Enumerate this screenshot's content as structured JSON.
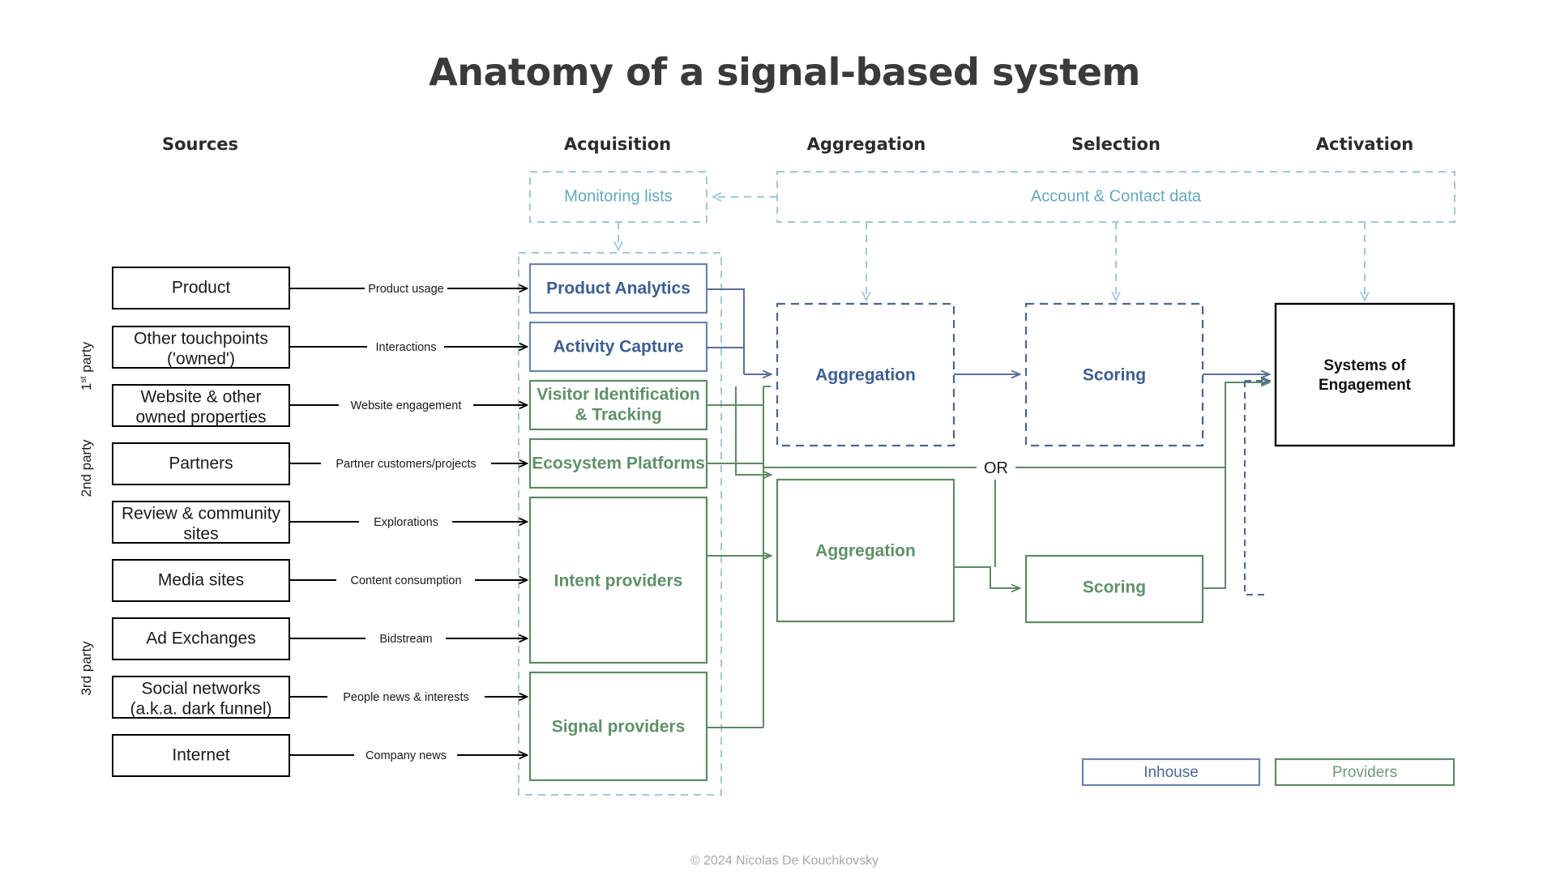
{
  "title": "Anatomy of a signal-based system",
  "footer": "© 2024 Nicolas De Kouchkovsky",
  "colors": {
    "blue_border": "#6b84ad",
    "blue_text": "#3c5e8e",
    "green_border": "#5d8a63",
    "green_text": "#5f9169",
    "teal": "#9fc9d6",
    "teal_text": "#64a8bd",
    "black": "#000000"
  },
  "columns": [
    {
      "key": "sources",
      "label": "Sources"
    },
    {
      "key": "acquisition",
      "label": "Acquisition"
    },
    {
      "key": "aggregation",
      "label": "Aggregation"
    },
    {
      "key": "selection",
      "label": "Selection"
    },
    {
      "key": "activation",
      "label": "Activation"
    }
  ],
  "party_labels": [
    {
      "prefix": "1",
      "sup": "st",
      "suffix": " party"
    },
    {
      "prefix": "2nd party",
      "sup": "",
      "suffix": ""
    },
    {
      "prefix": "3rd party",
      "sup": "",
      "suffix": ""
    }
  ],
  "sources": [
    {
      "label": "Product",
      "lines": [
        "Product"
      ],
      "flow": "Product usage"
    },
    {
      "label": "Other touchpoints ('owned')",
      "lines": [
        "Other touchpoints",
        "('owned')"
      ],
      "flow": "Interactions"
    },
    {
      "label": "Website & other owned properties",
      "lines": [
        "Website & other",
        "owned properties"
      ],
      "flow": "Website engagement"
    },
    {
      "label": "Partners",
      "lines": [
        "Partners"
      ],
      "flow": "Partner customers/projects"
    },
    {
      "label": "Review & community sites",
      "lines": [
        "Review & community",
        "sites"
      ],
      "flow": "Explorations"
    },
    {
      "label": "Media sites",
      "lines": [
        "Media sites"
      ],
      "flow": "Content consumption"
    },
    {
      "label": "Ad Exchanges",
      "lines": [
        "Ad Exchanges"
      ],
      "flow": "Bidstream"
    },
    {
      "label": "Social networks (a.k.a. dark funnel)",
      "lines": [
        "Social networks",
        "(a.k.a. dark funnel)"
      ],
      "flow": "People news & interests"
    },
    {
      "label": "Internet",
      "lines": [
        "Internet"
      ],
      "flow": "Company news"
    }
  ],
  "acquisition": {
    "monitoring_lists": "Monitoring lists",
    "boxes": [
      {
        "label": "Product Analytics",
        "lines": [
          "Product Analytics"
        ],
        "kind": "inhouse"
      },
      {
        "label": "Activity Capture",
        "lines": [
          "Activity Capture"
        ],
        "kind": "inhouse"
      },
      {
        "label": "Visitor Identification & Tracking",
        "lines": [
          "Visitor Identification",
          "& Tracking"
        ],
        "kind": "providers"
      },
      {
        "label": "Ecosystem Platforms",
        "lines": [
          "Ecosystem Platforms"
        ],
        "kind": "providers"
      },
      {
        "label": "Intent providers",
        "lines": [
          "Intent providers"
        ],
        "kind": "providers"
      },
      {
        "label": "Signal providers",
        "lines": [
          "Signal providers"
        ],
        "kind": "providers"
      }
    ]
  },
  "account_contact_data": "Account & Contact data",
  "pipeline": {
    "inhouse_aggregation": "Aggregation",
    "inhouse_scoring": "Scoring",
    "providers_aggregation": "Aggregation",
    "providers_scoring": "Scoring",
    "or_label": "OR"
  },
  "activation": {
    "systems_of_engagement": "Systems of Engagement",
    "lines": [
      "Systems of",
      "Engagement"
    ]
  },
  "legend": [
    {
      "label": "Inhouse",
      "kind": "inhouse"
    },
    {
      "label": "Providers",
      "kind": "providers"
    }
  ]
}
